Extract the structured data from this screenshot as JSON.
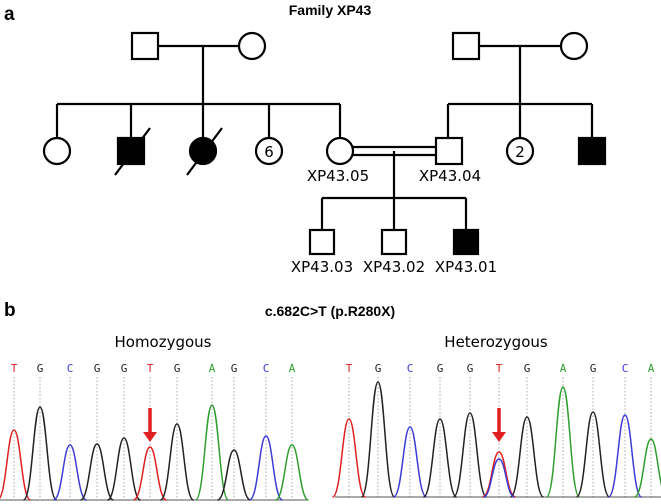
{
  "panel_a": {
    "letter": "a",
    "title": "Family XP43",
    "labels": {
      "xp4305": "XP43.05",
      "xp4304": "XP43.04",
      "xp4303": "XP43.03",
      "xp4302": "XP43.02",
      "xp4301": "XP43.01"
    },
    "counts": {
      "left": "6",
      "right": "2"
    }
  },
  "panel_b": {
    "letter": "b",
    "title": "c.682C>T (p.R280X)",
    "homozygous": {
      "label": "Homozygous",
      "bases": [
        "T",
        "G",
        "C",
        "G",
        "G",
        "T",
        "G",
        "A",
        "G",
        "C",
        "A"
      ]
    },
    "heterozygous": {
      "label": "Heterozygous",
      "bases": [
        "T",
        "G",
        "C",
        "G",
        "G",
        "T",
        "G",
        "A",
        "G",
        "C",
        "A"
      ]
    }
  },
  "colors": {
    "A": "#2e9e2e",
    "C": "#3c3cd6",
    "G": "#222222",
    "T": "#e02020",
    "arrow": "#e02020"
  }
}
